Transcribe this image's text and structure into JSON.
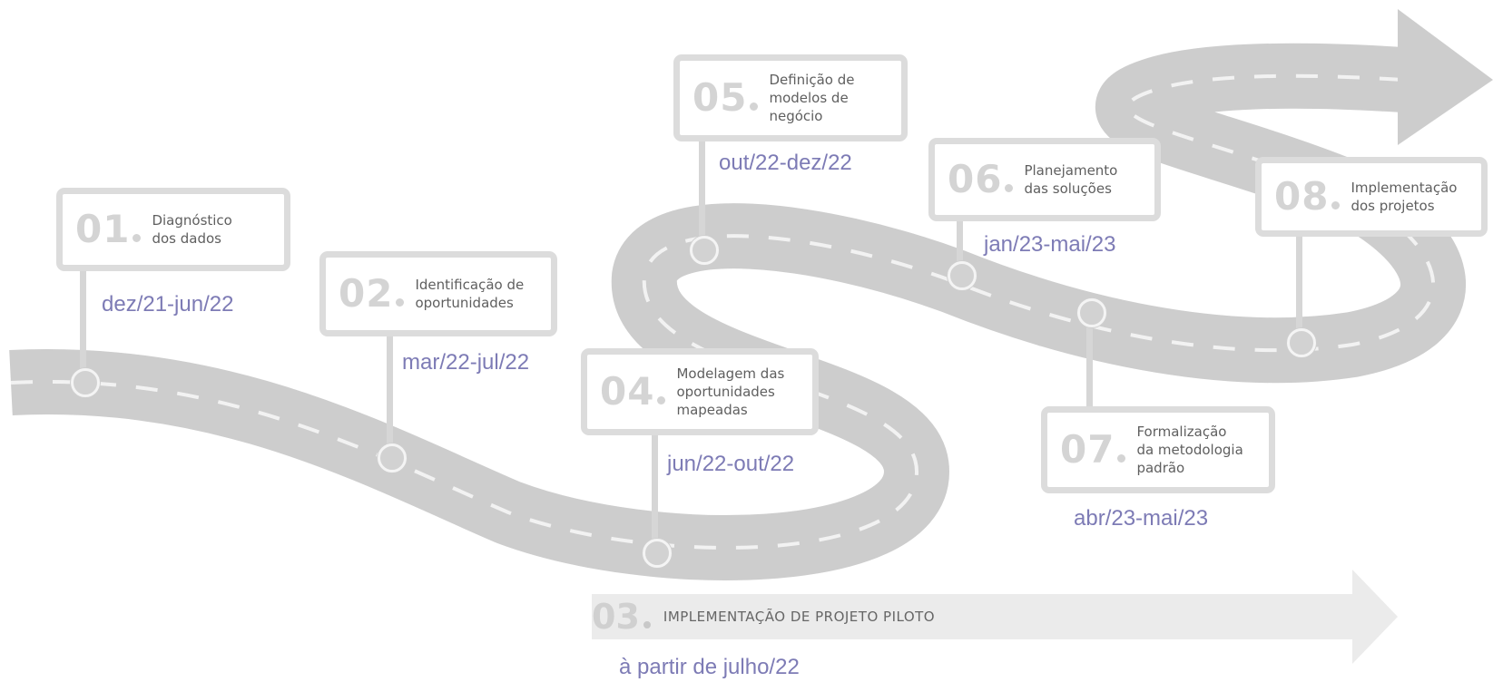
{
  "steps": [
    {
      "number": "01",
      "label": "Diagnóstico\ndos dados",
      "date": "dez/21-jun/22"
    },
    {
      "number": "02",
      "label": "Identificação de\noportunidades",
      "date": "mar/22-jul/22"
    },
    {
      "number": "03",
      "label": "IMPLEMENTAÇÃO DE PROJETO PILOTO",
      "date": "à partir de julho/22"
    },
    {
      "number": "04",
      "label": "Modelagem das\noportunidades\nmapeadas",
      "date": "jun/22-out/22"
    },
    {
      "number": "05",
      "label": "Definição de\nmodelos de\nnegócio",
      "date": "out/22-dez/22"
    },
    {
      "number": "06",
      "label": "Planejamento\ndas soluções",
      "date": "jan/23-mai/23"
    },
    {
      "number": "07",
      "label": "Formalização\nda metodologia\npadrão",
      "date": "abr/23-mai/23"
    },
    {
      "number": "08",
      "label": "Implementação\ndos projetos",
      "date": ""
    }
  ],
  "colors": {
    "road": "#cdcdcd",
    "road_edge": "#e3e3e3",
    "date_text": "#7d7bb5",
    "card_border": "#dcdcdc",
    "number_text": "#d4d4d4"
  }
}
